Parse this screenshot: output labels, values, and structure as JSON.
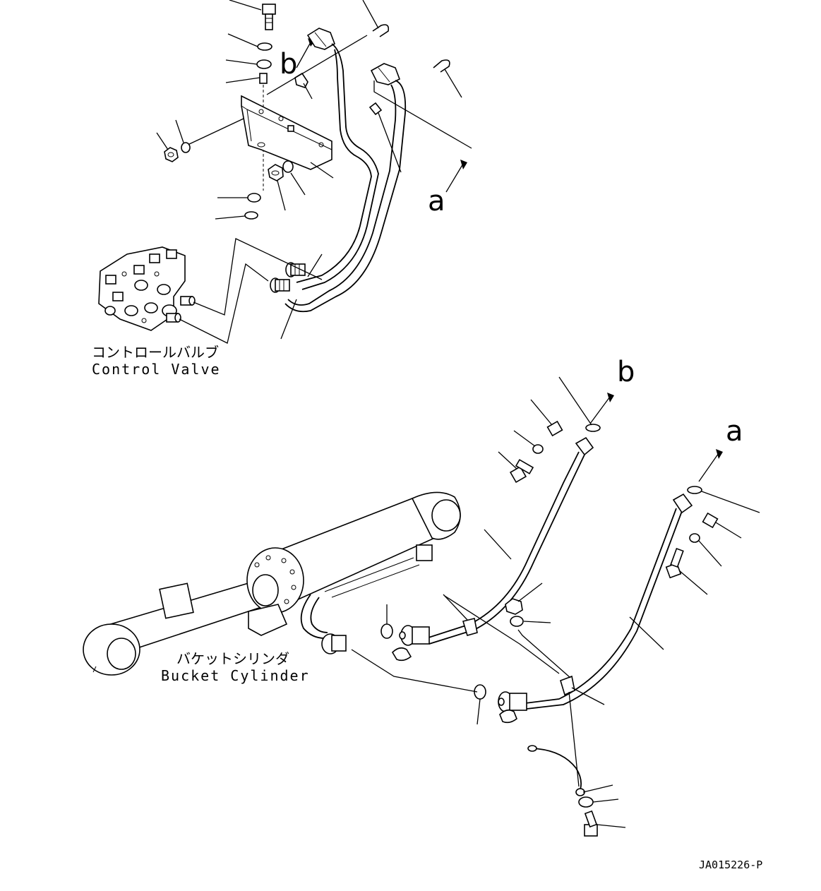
{
  "labels": {
    "control_valve_jp": "コントロールバルブ",
    "control_valve_en": "Control Valve",
    "bucket_cylinder_jp": "バケットシリンダ",
    "bucket_cylinder_en": "Bucket Cylinder",
    "ref_a_top": "a",
    "ref_b_top": "b",
    "ref_a_bottom": "a",
    "ref_b_bottom": "b",
    "drawing_number": "JA015226-P"
  }
}
